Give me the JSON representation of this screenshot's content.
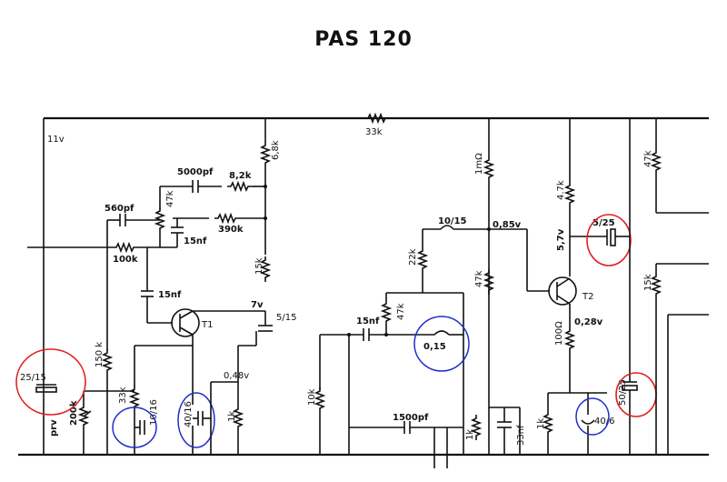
{
  "title": "PAS 120",
  "supply": "11v",
  "labels": {
    "r_33k_top": "33k",
    "r_68k": "6,8k",
    "c_5000pf": "5000pf",
    "r_82k": "8,2k",
    "c_560pf": "560pf",
    "r_47k_fb": "47k",
    "r_390k": "390k",
    "c_15nf_a": "15nf",
    "r_100k": "100k",
    "r_15k_a": "15k",
    "c_15nf_b": "15nf",
    "v_7v": "7v",
    "pot_5_15": "5/15",
    "t1": "T1",
    "r_150k": "150 k",
    "pot_200k": "200k",
    "prv": "prv",
    "pot_25_15": "25/15",
    "r_33k_e": "33k",
    "pot_10_16": "10/16",
    "pot_40_16": "40/16",
    "v_048": "0,48v",
    "r_1k_a": "1k",
    "r_1m": "1mΩ",
    "pot_10_15": "10/15",
    "v_085": "0,85v",
    "r_22k": "22k",
    "r_47k_b": "47k",
    "r_47k_c": "47k",
    "c_15nf_c": "15nf",
    "pot_0_15": "0,15",
    "r_10k": "10k",
    "c_1500pf": "1500pf",
    "r_1k_b": "1k",
    "c_33nf": "33nf",
    "r_4_7k": "4.7k",
    "v_5_7v": "5,7v",
    "t2": "T2",
    "v_028": "0,28v",
    "r_100": "100Ω",
    "r_1k_c": "1k",
    "pot_40_6": "40/6",
    "pot_5_25": "5/25",
    "pot_50_25": "50/25",
    "r_47k_d": "47k",
    "r_15k_b": "15k"
  }
}
